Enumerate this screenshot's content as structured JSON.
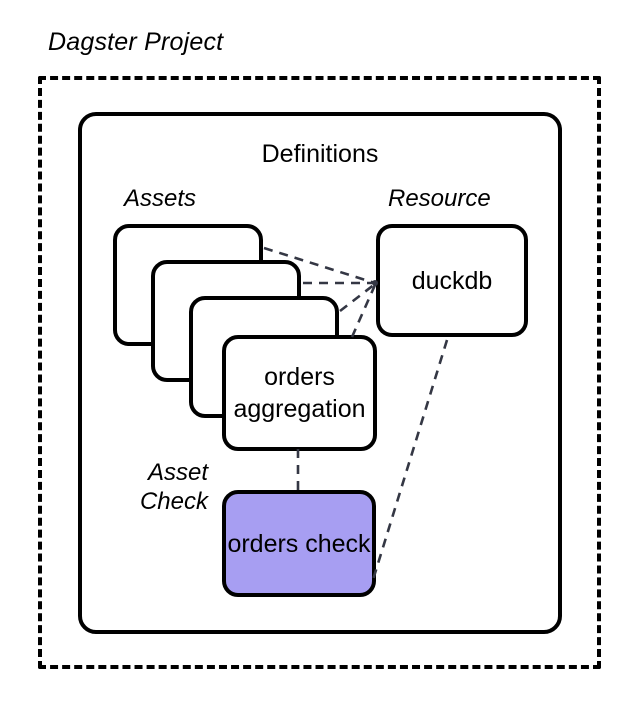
{
  "diagram": {
    "title": "Dagster Project",
    "container": {
      "label": "Definitions"
    },
    "sections": {
      "assets_label": "Assets",
      "resource_label": "Resource",
      "asset_check_label": "Asset Check"
    },
    "nodes": {
      "asset_stack": [
        {
          "id": "asset-1",
          "label": ""
        },
        {
          "id": "asset-2",
          "label": ""
        },
        {
          "id": "asset-3",
          "label": ""
        },
        {
          "id": "asset-4",
          "label": "orders aggregation"
        }
      ],
      "resource": {
        "id": "duckdb",
        "label": "duckdb"
      },
      "asset_check": {
        "id": "orders-check",
        "label": "orders check"
      }
    },
    "colors": {
      "asset_check_fill": "#a79ef2",
      "stroke": "#000000",
      "background": "#ffffff",
      "connector": "#343744"
    },
    "edges": [
      {
        "from": "asset-1",
        "to": "duckdb",
        "style": "dashed"
      },
      {
        "from": "asset-2",
        "to": "duckdb",
        "style": "dashed"
      },
      {
        "from": "asset-3",
        "to": "duckdb",
        "style": "dashed"
      },
      {
        "from": "asset-4",
        "to": "duckdb",
        "style": "dashed"
      },
      {
        "from": "asset-4",
        "to": "orders-check",
        "style": "dashed"
      },
      {
        "from": "duckdb",
        "to": "orders-check",
        "style": "dashed"
      }
    ]
  }
}
